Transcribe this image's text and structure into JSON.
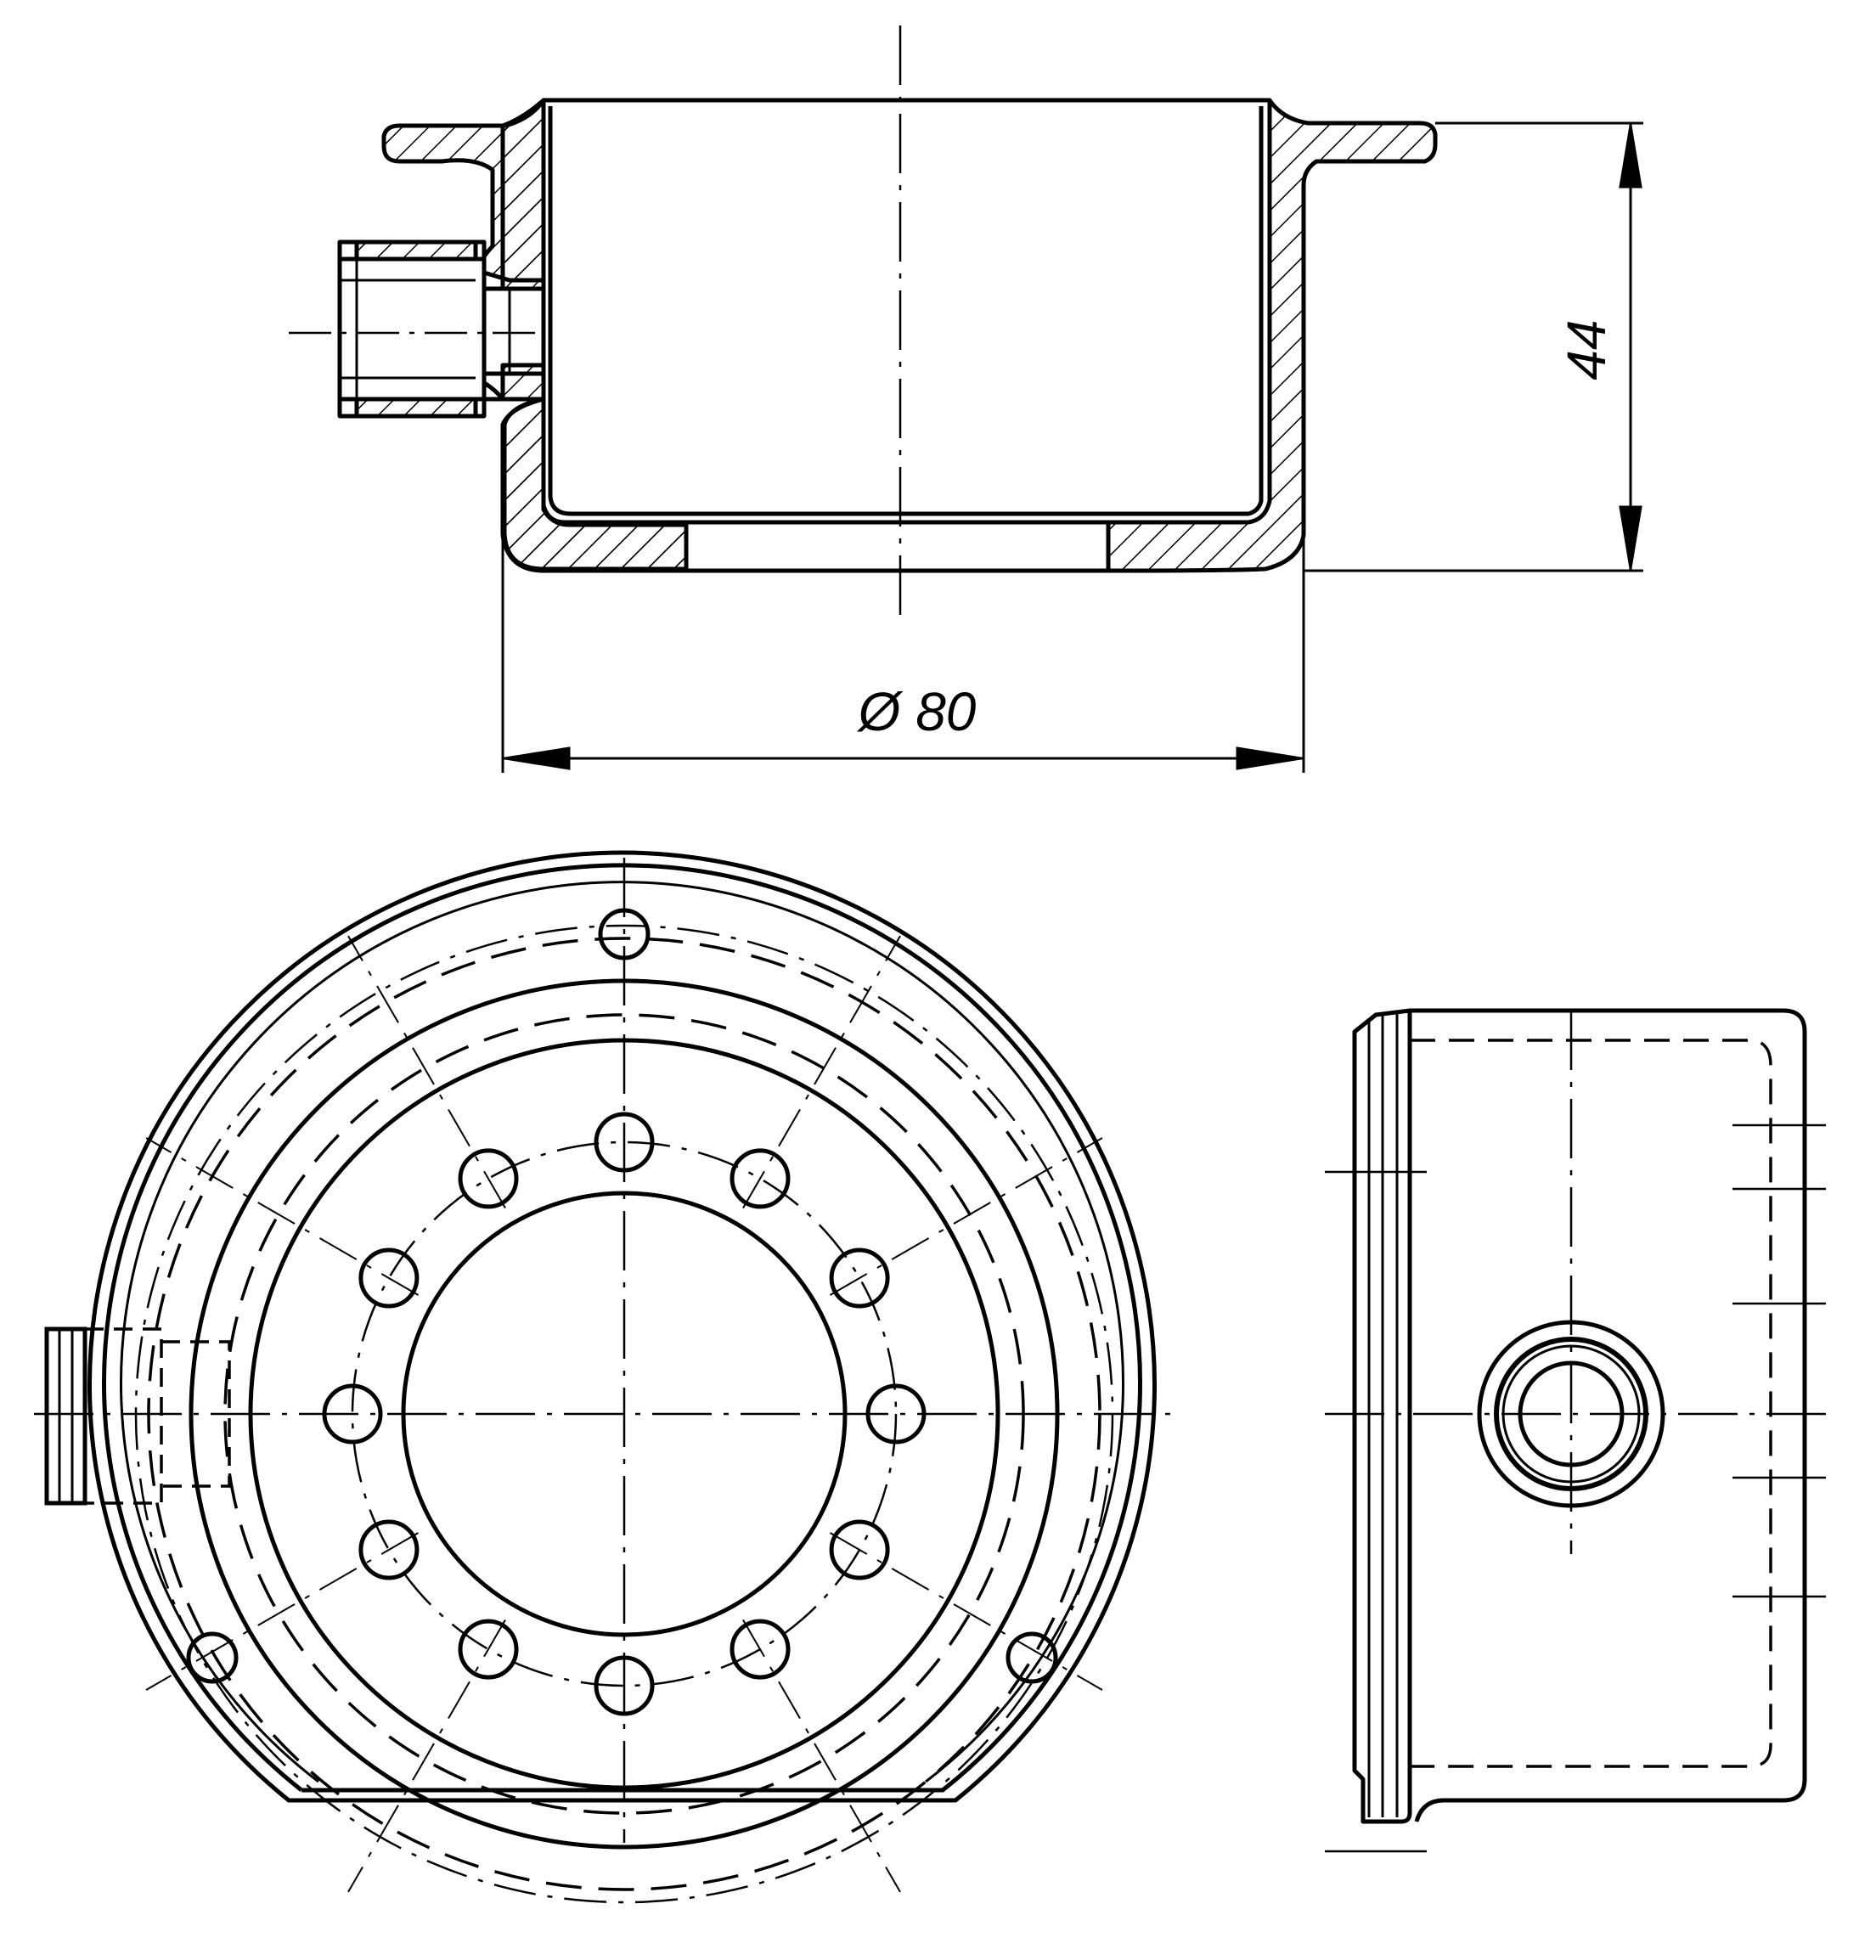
{
  "colors": {
    "line": "#000000",
    "background": "#ffffff"
  },
  "dimensions": {
    "height_label": "44",
    "diameter_label": "Ø 80"
  },
  "features": {
    "inner_bolt_holes": 12,
    "outer_mounting_holes": 3
  }
}
